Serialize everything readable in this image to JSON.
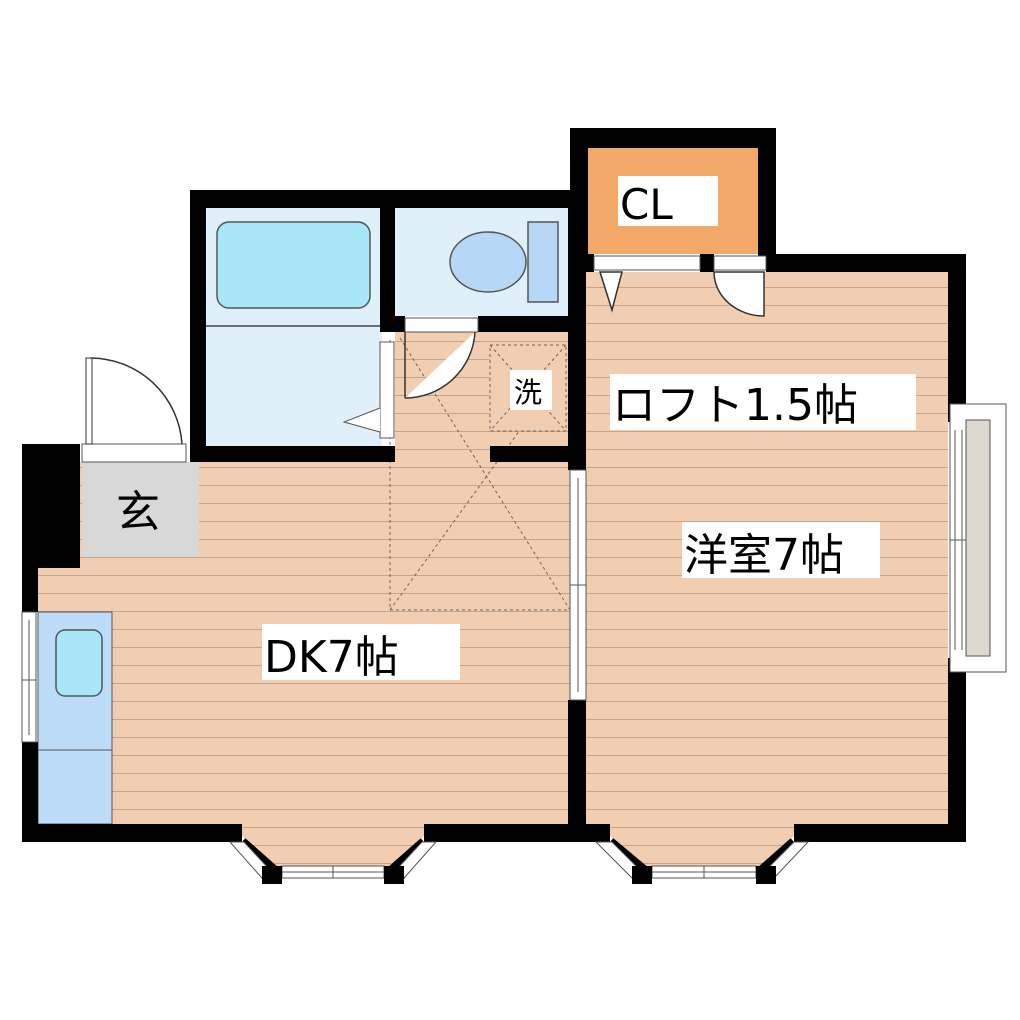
{
  "rooms": {
    "closet": "CL",
    "loft": "ロフト1.5帖",
    "bedroom": "洋室7帖",
    "dining_kitchen": "DK7帖",
    "entrance": "玄",
    "washer": "洗"
  },
  "colors": {
    "wall": "#000000",
    "floor": "#f1cdb1",
    "floor_line": "#c6a48a",
    "wet_area": "#dff0fb",
    "fixture": "#a7e7f8",
    "toilet": "#b7d7f7",
    "kitchen": "#bcdcf8",
    "closet": "#f2a869",
    "entrance": "#d8d8d8"
  }
}
